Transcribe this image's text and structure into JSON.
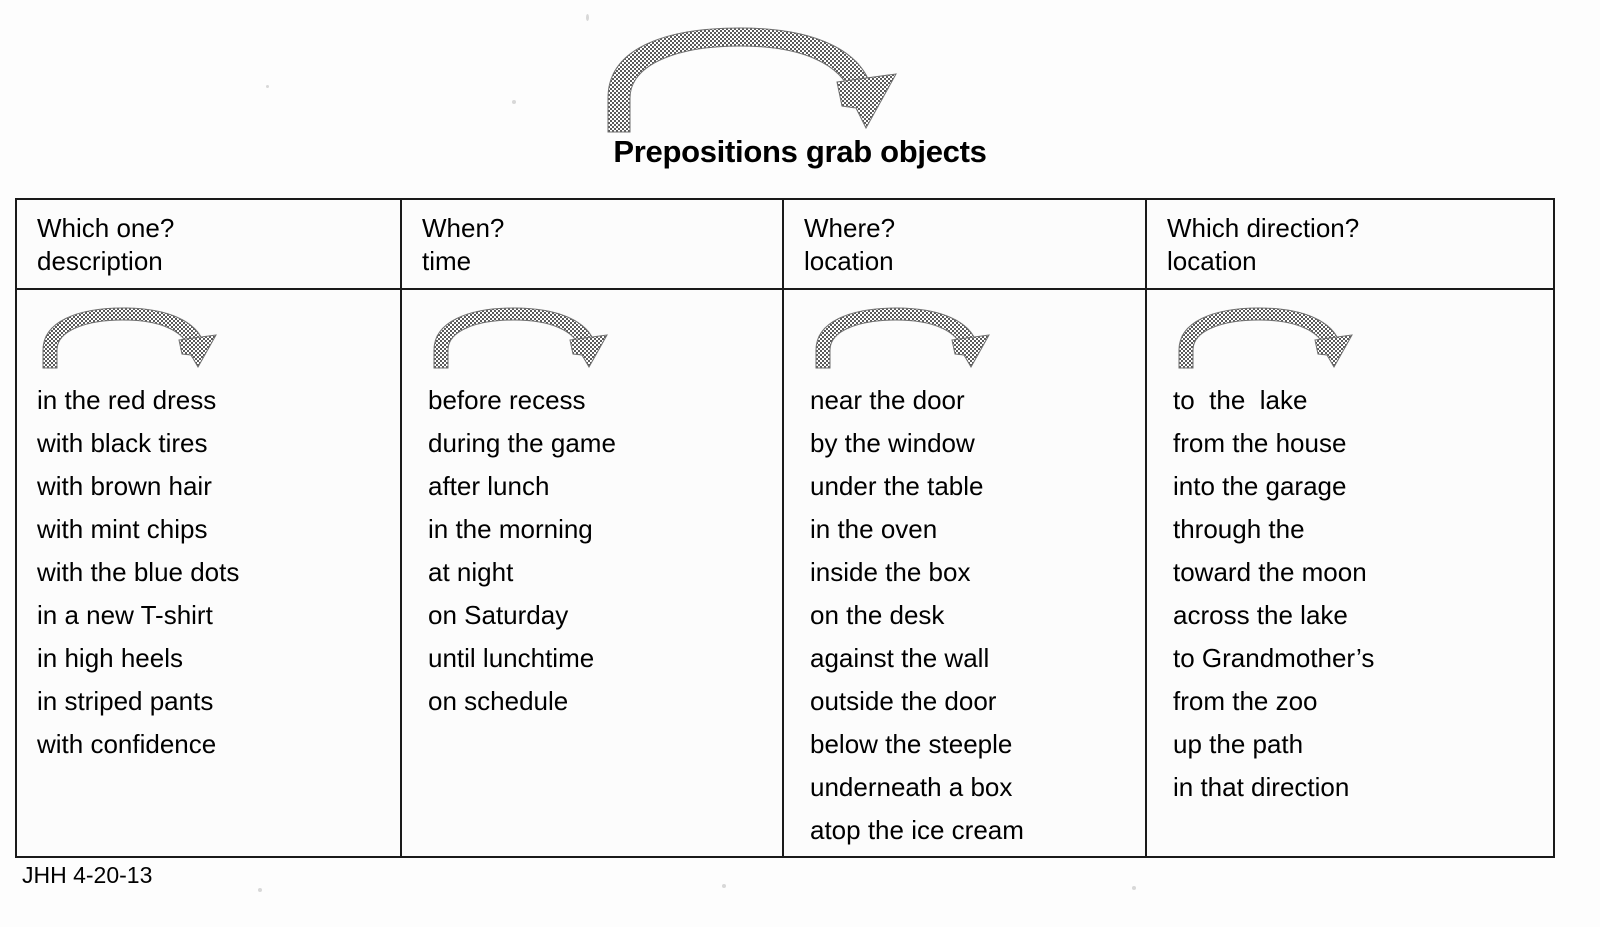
{
  "document": {
    "title": "Prepositions grab objects",
    "footer": "JHH 4-20-13",
    "arrow_icon": "curved-arrow-right",
    "ink_color": "#000000",
    "border_color": "#1a1a1a",
    "arrow_fill": "#8a8a8a"
  },
  "table": {
    "columns": [
      {
        "question": "Which one?",
        "subtitle": "description",
        "arrow_icon": "curved-arrow-right",
        "items": [
          "in the red dress",
          "with black tires",
          "with brown hair",
          "with mint chips",
          "with the blue dots",
          "in a new T-shirt",
          "in high heels",
          "in striped pants",
          "with confidence"
        ]
      },
      {
        "question": "When?",
        "subtitle": "time",
        "arrow_icon": "curved-arrow-right",
        "items": [
          "before recess",
          "during the game",
          "after lunch",
          "in the morning",
          "at night",
          "on Saturday",
          "until lunchtime",
          "on schedule"
        ]
      },
      {
        "question": "Where?",
        "subtitle": "location",
        "arrow_icon": "curved-arrow-right",
        "items": [
          "near the door",
          "by the window",
          "under the table",
          "in the oven",
          "inside the box",
          "on the desk",
          "against the wall",
          "outside the door",
          "below the steeple",
          "underneath a box",
          "atop the ice cream"
        ]
      },
      {
        "question": "Which direction?",
        "subtitle": "location",
        "arrow_icon": "curved-arrow-right",
        "items": [
          "to  the  lake",
          "from the house",
          "into the garage",
          "through the",
          "toward the moon",
          "across the lake",
          "to Grandmother’s",
          "from the zoo",
          "up the path",
          "in that direction"
        ]
      }
    ]
  }
}
